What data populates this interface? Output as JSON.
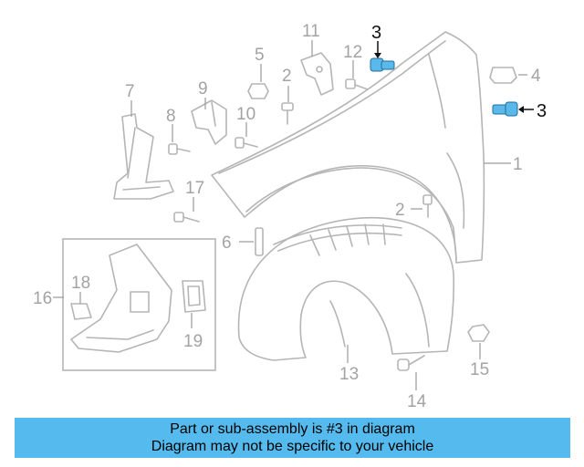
{
  "diagram": {
    "callouts": {
      "c1": "1",
      "c2a": "2",
      "c2b": "2",
      "c3a": "3",
      "c3b": "3",
      "c4": "4",
      "c5": "5",
      "c6": "6",
      "c7": "7",
      "c8": "8",
      "c9": "9",
      "c10": "10",
      "c11": "11",
      "c12": "12",
      "c13": "13",
      "c14": "14",
      "c15": "15",
      "c16": "16",
      "c17": "17",
      "c18": "18",
      "c19": "19"
    },
    "highlight_color": "#5bb8ea",
    "highlighted_part": "3"
  },
  "banner": {
    "line1": "Part or sub-assembly is #3 in diagram",
    "line2": "Diagram may not be specific to your vehicle",
    "color": "#55bbee"
  }
}
